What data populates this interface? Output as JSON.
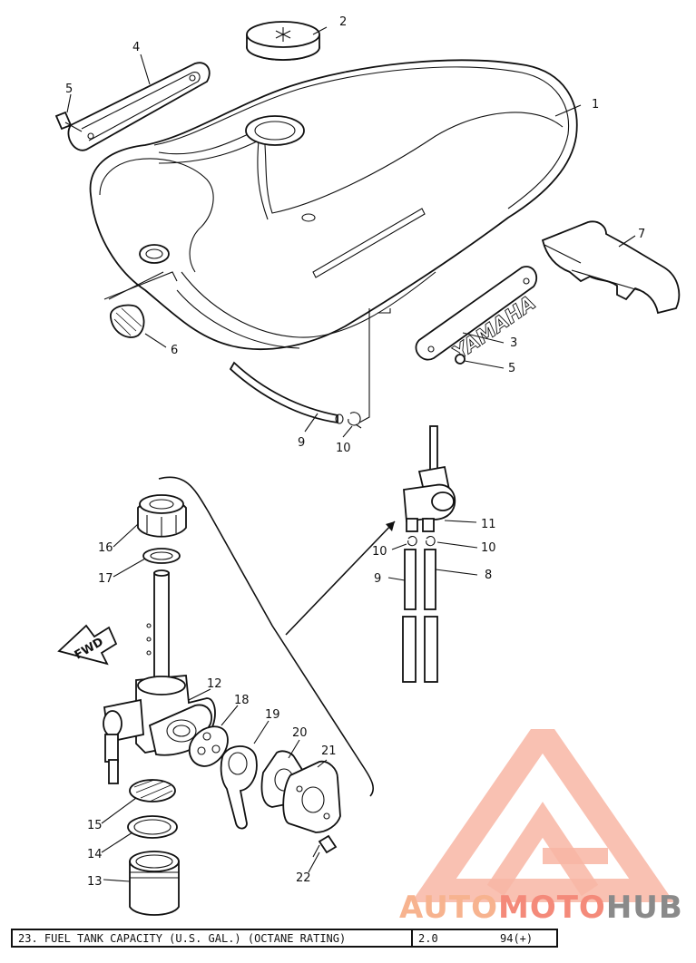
{
  "callouts": {
    "p1": "1",
    "p2": "2",
    "p3": "3",
    "p4": "4",
    "p5a": "5",
    "p5b": "5",
    "p6": "6",
    "p7": "7",
    "p8": "8",
    "p9a": "9",
    "p9b": "9",
    "p10a": "10",
    "p10b": "10",
    "p10c": "10",
    "p11": "11",
    "p12": "12",
    "p13": "13",
    "p14": "14",
    "p15": "15",
    "p16": "16",
    "p17": "17",
    "p18": "18",
    "p19": "19",
    "p20": "20",
    "p21": "21",
    "p22": "22"
  },
  "tank_emblem": "YAMAHA",
  "fwd_label": "FWD",
  "spec": {
    "label": "23.  FUEL TANK CAPACITY (U.S. GAL.) (OCTANE RATING)",
    "capacity": "2.0",
    "octane": "94(+)"
  },
  "watermark": {
    "part1": "AUTO",
    "part2": "MOTO",
    "part3": "HUB",
    "colors": {
      "auto": "#f7b38f",
      "moto": "#f48a7a",
      "hub": "#8a8a8a"
    }
  }
}
